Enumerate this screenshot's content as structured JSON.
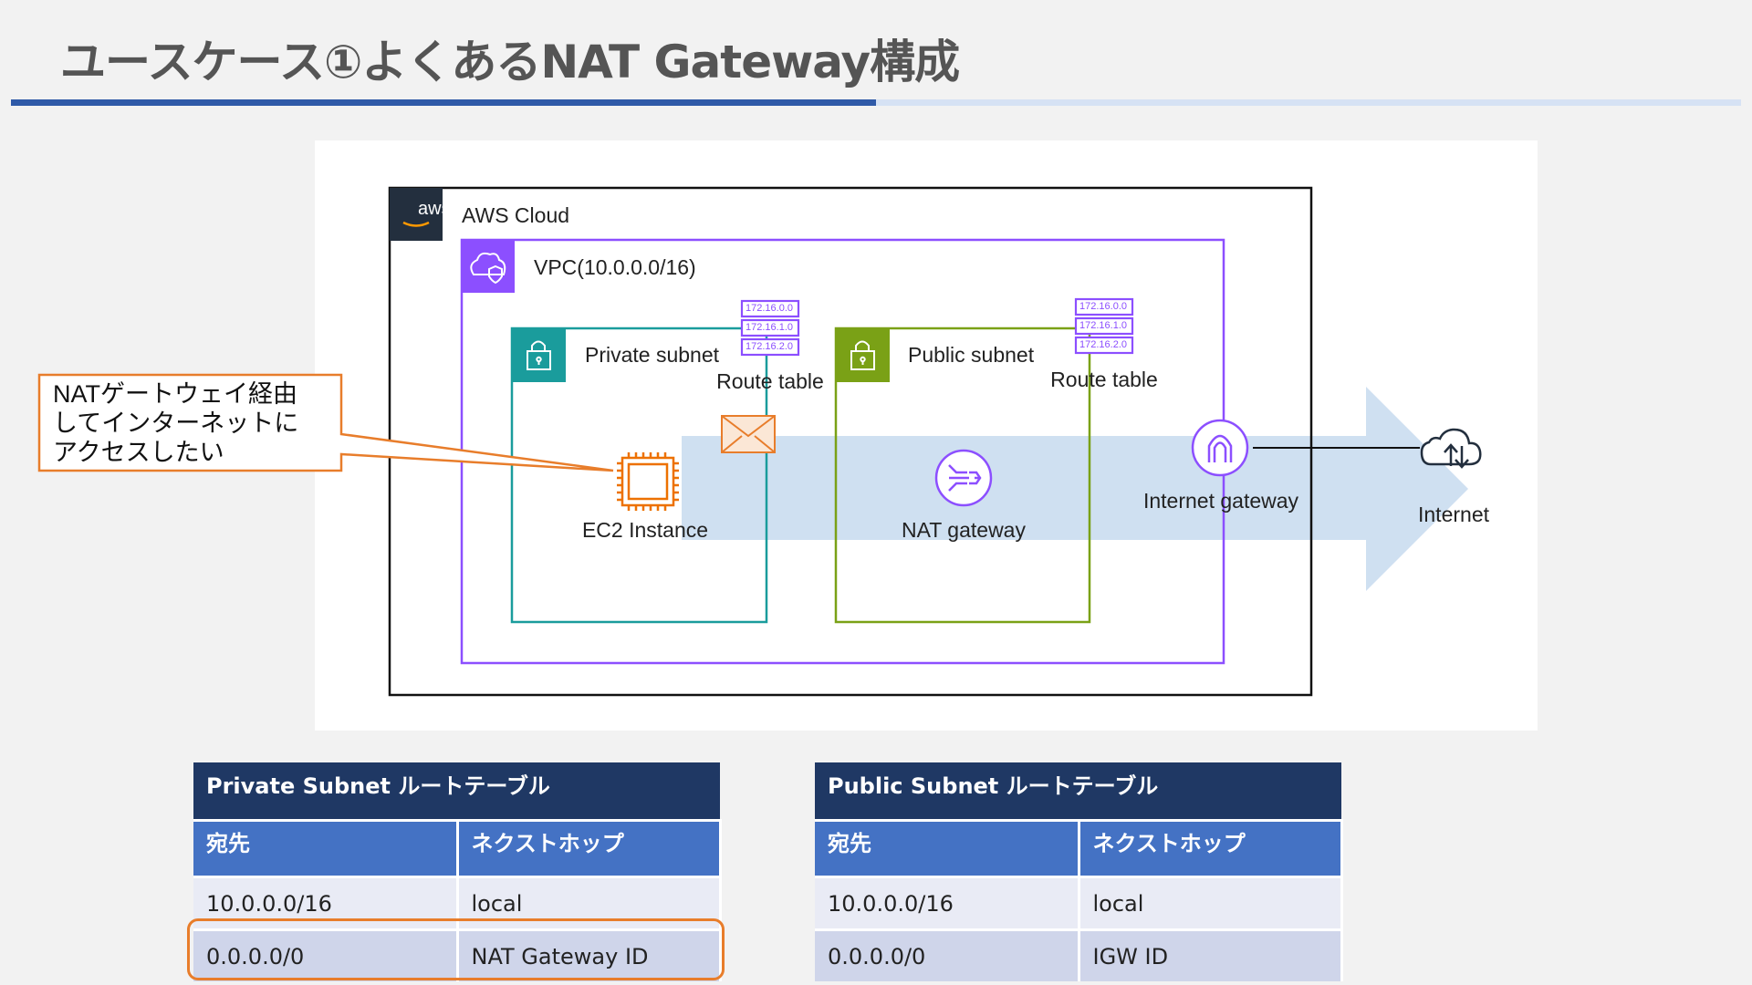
{
  "slide": {
    "title": "ユースケース①よくあるNAT Gateway構成"
  },
  "diagram": {
    "aws_cloud_label": "AWS Cloud",
    "aws_logo_text": "aws",
    "vpc_label": "VPC(10.0.0.0/16)",
    "private_subnet_label": "Private subnet",
    "public_subnet_label": "Public subnet",
    "route_table_label": "Route table",
    "route_table_entries": [
      "172.16.0.0",
      "172.16.1.0",
      "172.16.2.0"
    ],
    "ec2_label": "EC2 Instance",
    "nat_gateway_label": "NAT gateway",
    "internet_gateway_label": "Internet gateway",
    "internet_label": "Internet",
    "callout_lines": [
      "NATゲートウェイ経由",
      "してインターネットに",
      "アクセスしたい"
    ],
    "colors": {
      "private": "#1a9c9c",
      "public": "#7aa116",
      "vpc": "#8c4fff",
      "ec2": "#ed7100",
      "flow": "#cfe0f1",
      "callout": "#e87d2b"
    }
  },
  "tables": {
    "private": {
      "title": "Private Subnet ルートテーブル",
      "columns": [
        "宛先",
        "ネクストホップ"
      ],
      "rows": [
        [
          "10.0.0.0/16",
          "local"
        ],
        [
          "0.0.0.0/0",
          "NAT Gateway ID"
        ]
      ]
    },
    "public": {
      "title": "Public Subnet ルートテーブル",
      "columns": [
        "宛先",
        "ネクストホップ"
      ],
      "rows": [
        [
          "10.0.0.0/16",
          "local"
        ],
        [
          "0.0.0.0/0",
          "IGW ID"
        ]
      ]
    }
  }
}
